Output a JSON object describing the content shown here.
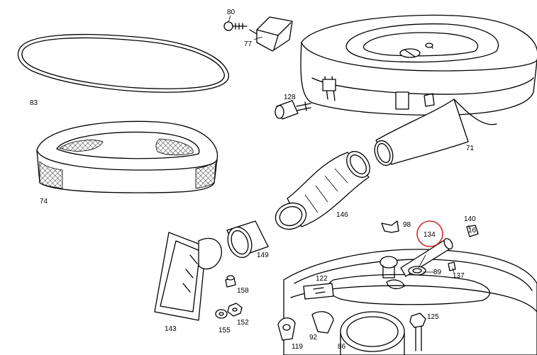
{
  "callouts": [
    {
      "id": "80",
      "text": "80"
    },
    {
      "id": "77",
      "text": "77"
    },
    {
      "id": "83",
      "text": "83"
    },
    {
      "id": "128",
      "text": "128"
    },
    {
      "id": "71",
      "text": "71"
    },
    {
      "id": "74",
      "text": "74"
    },
    {
      "id": "146",
      "text": "146"
    },
    {
      "id": "149",
      "text": "149"
    },
    {
      "id": "98",
      "text": "98"
    },
    {
      "id": "140",
      "text": "140"
    },
    {
      "id": "134",
      "text": "134"
    },
    {
      "id": "16",
      "text": "16"
    },
    {
      "id": "89",
      "text": "89"
    },
    {
      "id": "137",
      "text": "137"
    },
    {
      "id": "122",
      "text": "122"
    },
    {
      "id": "158",
      "text": "158"
    },
    {
      "id": "152",
      "text": "152"
    },
    {
      "id": "155",
      "text": "155"
    },
    {
      "id": "143",
      "text": "143"
    },
    {
      "id": "125",
      "text": "125"
    },
    {
      "id": "119",
      "text": "119"
    },
    {
      "id": "92",
      "text": "92"
    },
    {
      "id": "86",
      "text": "86"
    }
  ],
  "highlight": {
    "target": "134",
    "color": "#d42a2a"
  }
}
